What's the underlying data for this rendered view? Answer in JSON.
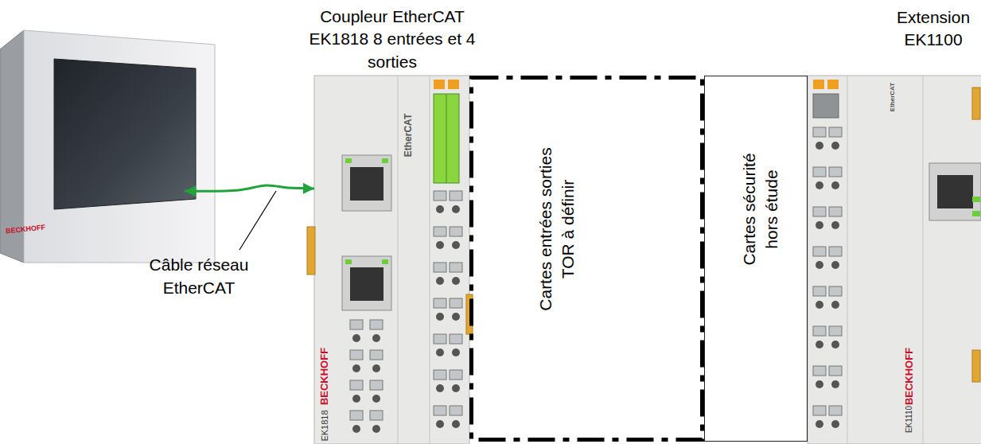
{
  "diagram": {
    "nodes": [
      {
        "text": [
          "BECKHOFF"
        ]
      },
      {
        "text": [
          "Coupleur EtherCAT EK1818 8 entrées et 4 sorties",
          "EtherCAT",
          "BECKHOFF",
          "EK1818"
        ]
      },
      {
        "text": [
          "Cartes entrées sorties TOR à définir"
        ]
      },
      {
        "text": [
          "Cartes sécurité hors étude"
        ]
      },
      {
        "text": [
          "Extension EK1100",
          "EtherCAT",
          "BECKHOFF",
          "EK1110"
        ]
      }
    ],
    "edges": [
      {
        "from": 0,
        "to": 1,
        "arrow": "both"
      }
    ],
    "labels": [
      "Câble réseau EtherCAT"
    ]
  }
}
